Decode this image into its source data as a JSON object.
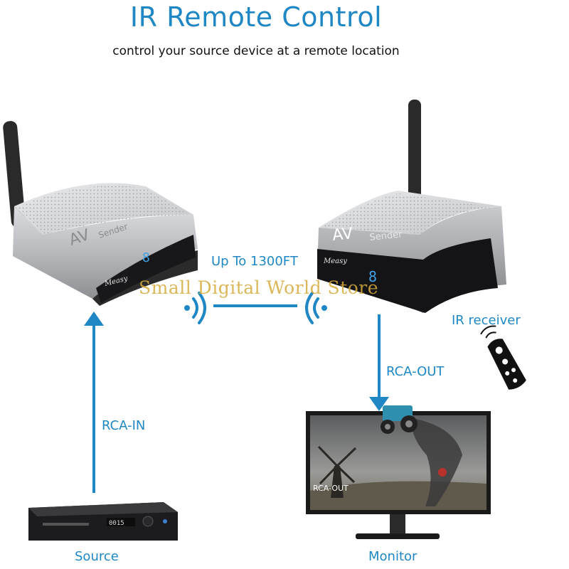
{
  "header": {
    "title": "IR Remote Control",
    "subtitle": "control your source device at a remote location"
  },
  "labels": {
    "distance": "Up To 1300FT",
    "ir_receiver": "IR receiver",
    "rca_out": "RCA-OUT",
    "rca_in": "RCA-IN",
    "source": "Source",
    "monitor": "Monitor"
  },
  "devices": {
    "sender_left": {
      "model": "AV",
      "sub": "Sender",
      "brand": "Measy",
      "display": "8"
    },
    "sender_right": {
      "model": "AV",
      "sub": "Sender",
      "brand": "Measy",
      "display": "8"
    },
    "dvd_display": "0015",
    "monitor_overlay": "RCA-OUT"
  },
  "watermark": "Small Digital World Store",
  "colors": {
    "accent": "#1f88c4",
    "watermark": "#d6aa3c"
  }
}
